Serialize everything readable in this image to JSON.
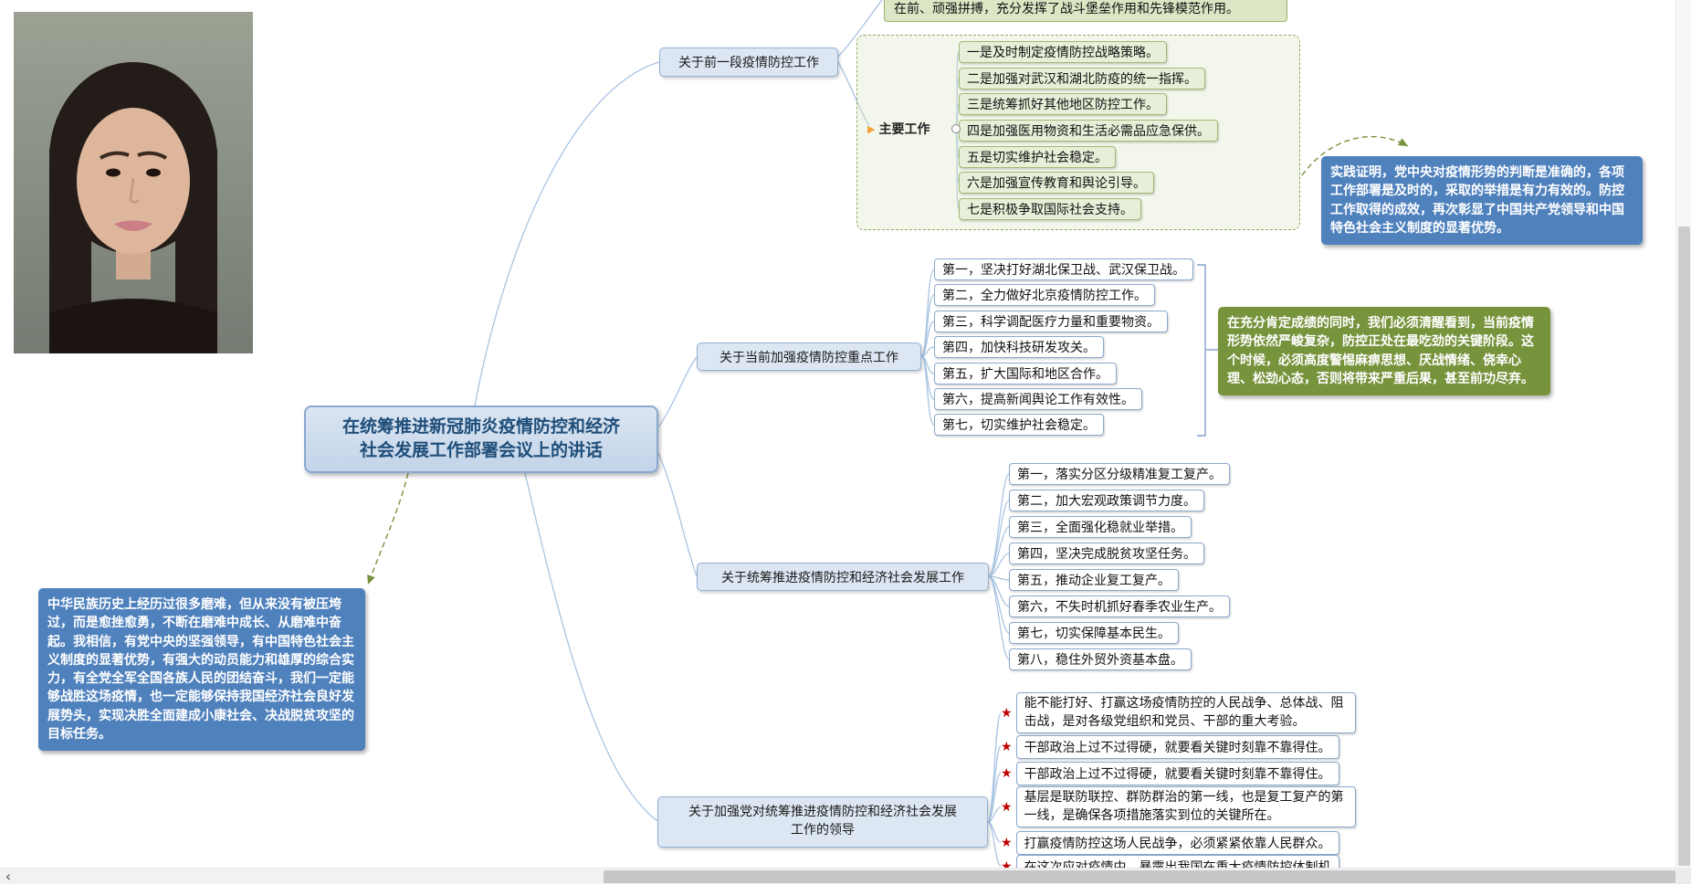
{
  "icons": {
    "arrow_marker": "▶",
    "star": "★",
    "scroll_left": "‹"
  },
  "central_topic": {
    "text": "在统筹推进新冠肺炎疫情防控和经济\n社会发展工作部署会议上的讲话"
  },
  "branches": {
    "prev_work": {
      "label": "关于前一段疫情防控工作",
      "clipped_note": "在前、顽强拼搏，充分发挥了战斗堡垒作用和先锋模范作用。",
      "group_label": "主要工作",
      "items": [
        "一是及时制定疫情防控战略策略。",
        "二是加强对武汉和湖北防疫的统一指挥。",
        "三是统筹抓好其他地区防控工作。",
        "四是加强医用物资和生活必需品应急保供。",
        "五是切实维护社会稳定。",
        "六是加强宣传教育和舆论引导。",
        "七是积极争取国际社会支持。"
      ],
      "callout": "实践证明，党中央对疫情形势的判断是准确的，各项工作部署是及时的，采取的举措是有力有效的。防控工作取得的成效，再次彰显了中国共产党领导和中国特色社会主义制度的显著优势。"
    },
    "current_work": {
      "label": "关于当前加强疫情防控重点工作",
      "items": [
        "第一，坚决打好湖北保卫战、武汉保卫战。",
        "第二，全力做好北京疫情防控工作。",
        "第三，科学调配医疗力量和重要物资。",
        "第四，加快科技研发攻关。",
        "第五，扩大国际和地区合作。",
        "第六，提高新闻舆论工作有效性。",
        "第七，切实维护社会稳定。"
      ],
      "callout": "在充分肯定成绩的同时，我们必须清醒看到，当前疫情形势依然严峻复杂，防控正处在最吃劲的关键阶段。这个时候，必须高度警惕麻痹思想、厌战情绪、侥幸心理、松劲心态，否则将带来严重后果，甚至前功尽弃。"
    },
    "coordinate_work": {
      "label": "关于统筹推进疫情防控和经济社会发展工作",
      "items": [
        "第一，落实分区分级精准复工复产。",
        "第二，加大宏观政策调节力度。",
        "第三，全面强化稳就业举措。",
        "第四，坚决完成脱贫攻坚任务。",
        "第五，推动企业复工复产。",
        "第六，不失时机抓好春季农业生产。",
        "第七，切实保障基本民生。",
        "第八，稳住外贸外资基本盘。"
      ]
    },
    "party_leadership": {
      "label": "关于加强党对统筹推进疫情防控和经济社会发展\n工作的领导",
      "items": [
        "能不能打好、打赢这场疫情防控的人民战争、总体战、阻击战，是对各级党组织和党员、干部的重大考验。",
        "干部政治上过不过得硬，就要看关键时刻靠不靠得住。",
        "干部政治上过不过得硬，就要看关键时刻靠不靠得住。",
        "基层是联防联控、群防群治的第一线，也是复工复产的第一线，是确保各项措施落实到位的关键所在。",
        "打赢疫情防控这场人民战争，必须紧紧依靠人民群众。",
        "在这次应对疫情中，暴露出我国在重大疫情防控体制机"
      ]
    }
  },
  "floating_note": {
    "text": "中华民族历史上经历过很多磨难，但从来没有被压垮过，而是愈挫愈勇，不断在磨难中成长、从磨难中奋起。我相信，有党中央的坚强领导，有中国特色社会主义制度的显著优势，有强大的动员能力和雄厚的综合实力，有全党全军全国各族人民的团结奋斗，我们一定能够战胜这场疫情，也一定能够保持我国经济社会良好发展势头，实现决胜全面建成小康社会、决战脱贫攻坚的目标任务。"
  },
  "colors": {
    "callout_blue": "#4f81bd",
    "callout_green": "#77933c",
    "line_blue": "#a9c4e2",
    "dash_green": "#77933c",
    "star_red": "#c00000"
  }
}
